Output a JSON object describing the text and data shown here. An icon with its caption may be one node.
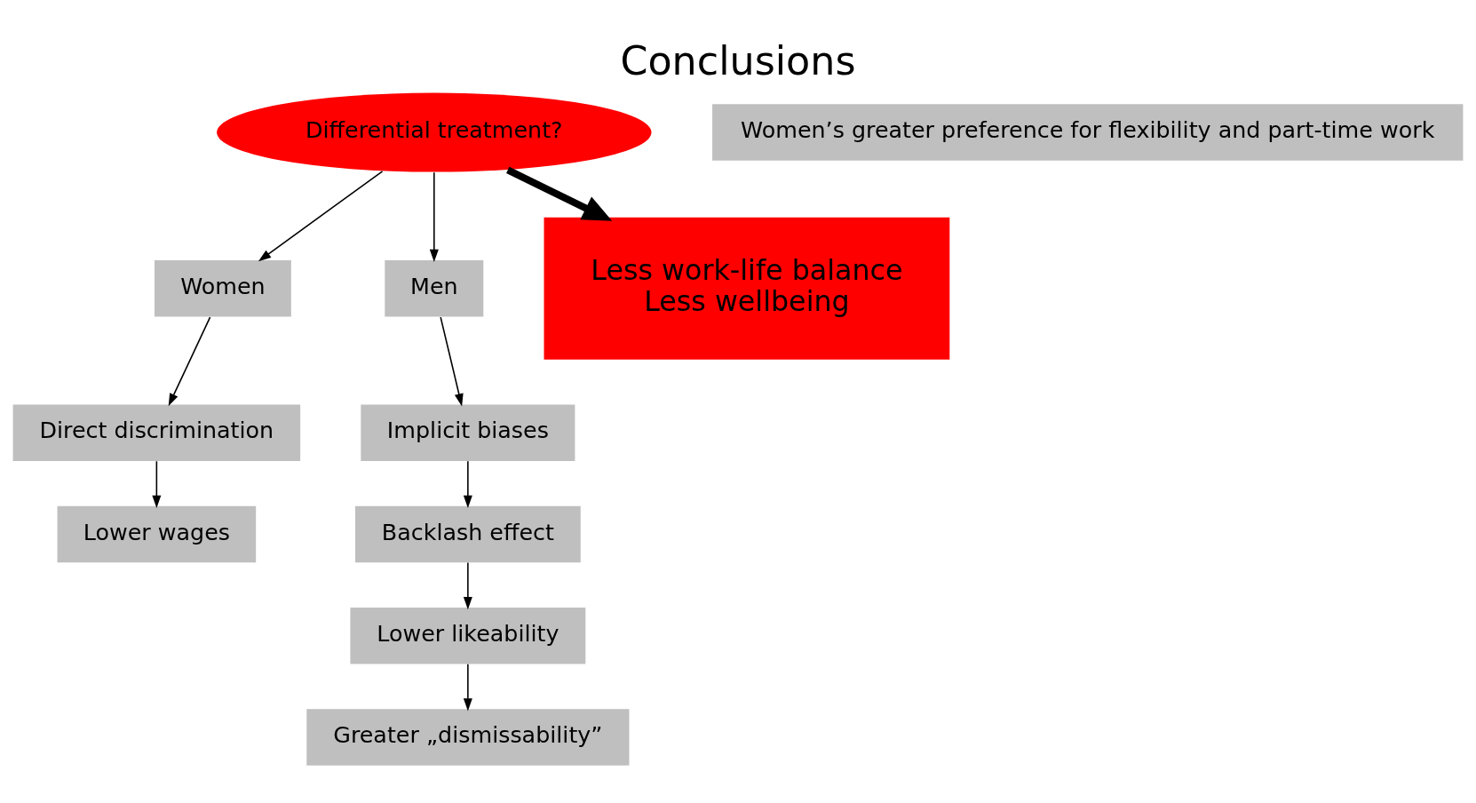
{
  "diagram": {
    "title": "Conclusions",
    "nodes": [
      {
        "text": [
          "Differential treatment?"
        ]
      },
      {
        "text": [
          "Women"
        ]
      },
      {
        "text": [
          "Men"
        ]
      },
      {
        "text": [
          "Direct discrimination"
        ]
      },
      {
        "text": [
          "Less work-life balance",
          "Less wellbeing"
        ]
      },
      {
        "text": [
          "Implicit biases"
        ]
      },
      {
        "text": [
          "Backlash effect"
        ]
      },
      {
        "text": [
          "Lower wages"
        ]
      },
      {
        "text": [
          "Lower likeability"
        ]
      },
      {
        "text": [
          "Women’s greater preference for flexibility and part-time work"
        ]
      },
      {
        "text": [
          "Greater „dismissability”"
        ]
      }
    ],
    "edges": [
      {
        "from": 0,
        "to": 1,
        "arrow": "to"
      },
      {
        "from": 0,
        "to": 2,
        "arrow": "to"
      },
      {
        "from": 0,
        "to": 4,
        "arrow": "to",
        "style": "thick"
      },
      {
        "from": 1,
        "to": 3,
        "arrow": "to"
      },
      {
        "from": 3,
        "to": 7,
        "arrow": "to"
      },
      {
        "from": 2,
        "to": 5,
        "arrow": "to"
      },
      {
        "from": 5,
        "to": 6,
        "arrow": "to"
      },
      {
        "from": 6,
        "to": 8,
        "arrow": "to"
      },
      {
        "from": 8,
        "to": 10,
        "arrow": "to"
      }
    ]
  }
}
